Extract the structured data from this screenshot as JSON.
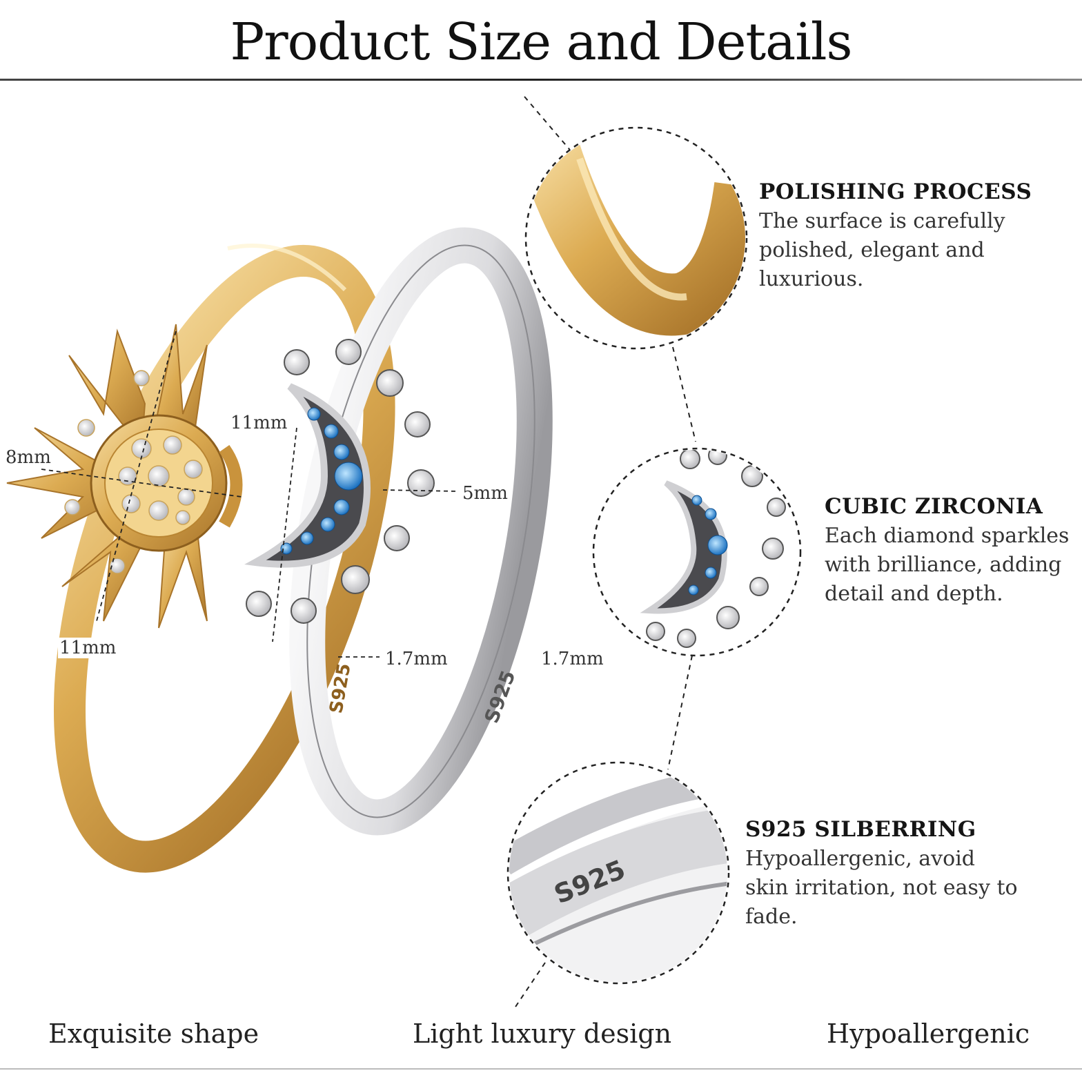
{
  "title": "Product Size and Details",
  "dimensions": {
    "sun_height": "11mm",
    "sun_width": "8mm",
    "sun_bottom": "11mm",
    "moon_height": "11mm",
    "moon_width": "5mm",
    "gold_band": "1.7mm",
    "silver_band": "1.7mm"
  },
  "engraving": "S925",
  "features": [
    {
      "title": "POLISHING PROCESS",
      "body": "The surface is carefully polished, elegant and luxurious."
    },
    {
      "title": "CUBIC ZIRCONIA",
      "body": "Each diamond sparkles with brilliance, adding detail and depth."
    },
    {
      "title": "S925 SILBERRING",
      "body": "Hypoallergenic, avoid skin irritation, not easy to fade."
    }
  ],
  "footer": [
    "Exquisite shape",
    "Light luxury design",
    "Hypoallergenic"
  ],
  "colors": {
    "gold": "#d9a84a",
    "silver": "#e4e4e6",
    "blue_stone": "#2f8fd6"
  }
}
